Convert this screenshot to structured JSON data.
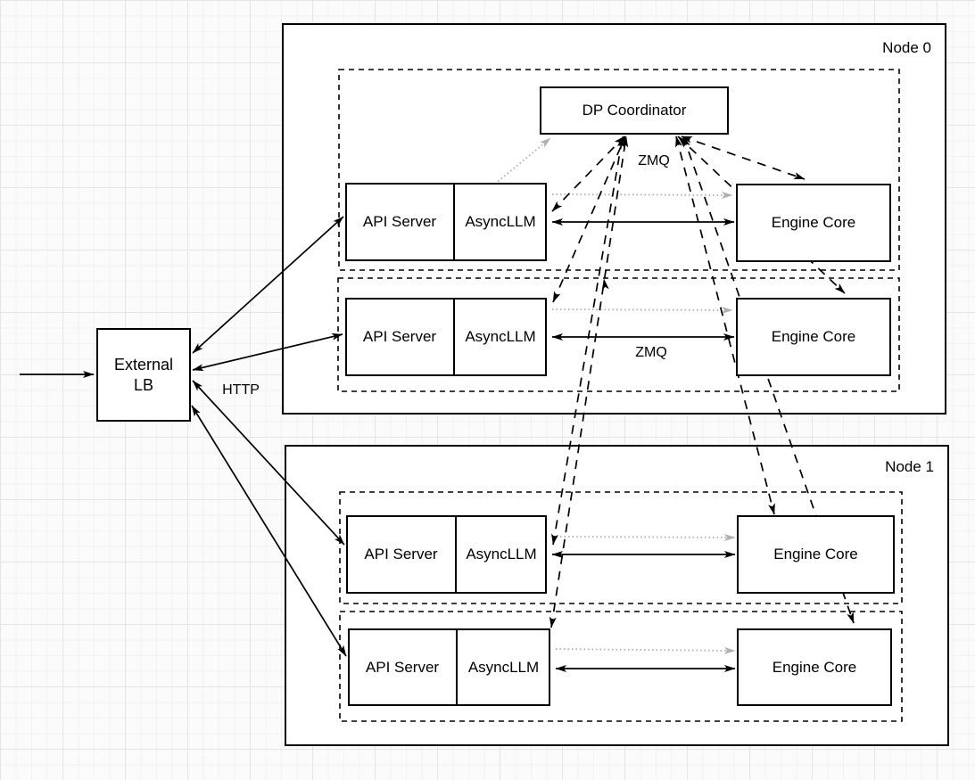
{
  "diagram": {
    "nodes": {
      "node0_label": "Node 0",
      "node1_label": "Node 1"
    },
    "shapes": {
      "external_lb_line1": "External",
      "external_lb_line2": "LB",
      "dp_coordinator": "DP Coordinator",
      "api_server": "API Server",
      "asyncllm": "AsyncLLM",
      "engine_core": "Engine Core"
    },
    "edge_labels": {
      "http": "HTTP",
      "zmq_coordinator": "ZMQ",
      "zmq_row2": "ZMQ"
    },
    "colors": {
      "line": "#000000",
      "dotted_line": "#b0b0b0",
      "shape_fill": "#ffffff",
      "shape_stroke": "#000000"
    }
  }
}
